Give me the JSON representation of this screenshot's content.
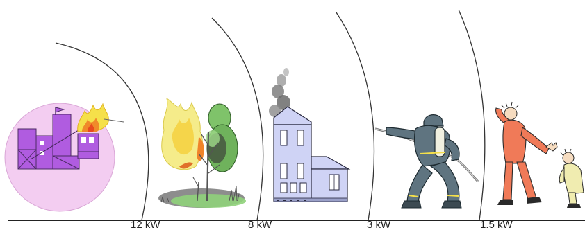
{
  "distance_labels": [
    "12 kW",
    "8 kW",
    "3 kW",
    "1.5 kW"
  ],
  "zones": [
    {
      "icon": "burning-plant-icon"
    },
    {
      "icon": "burning-tree-icon"
    },
    {
      "icon": "smoking-house-icon"
    },
    {
      "icon": "firefighter-icon"
    },
    {
      "icon": "people-shielding-icon"
    }
  ],
  "colors": {
    "ground_line": "#222222",
    "arc": "#333333",
    "plant_halo": "#f3cdf1",
    "plant_building": "#b05ce0",
    "flame": "#f5e04a",
    "house": "#cfd3f5",
    "firefighter": "#5f7480",
    "person": "#f07a58",
    "child": "#f0ecb0"
  }
}
